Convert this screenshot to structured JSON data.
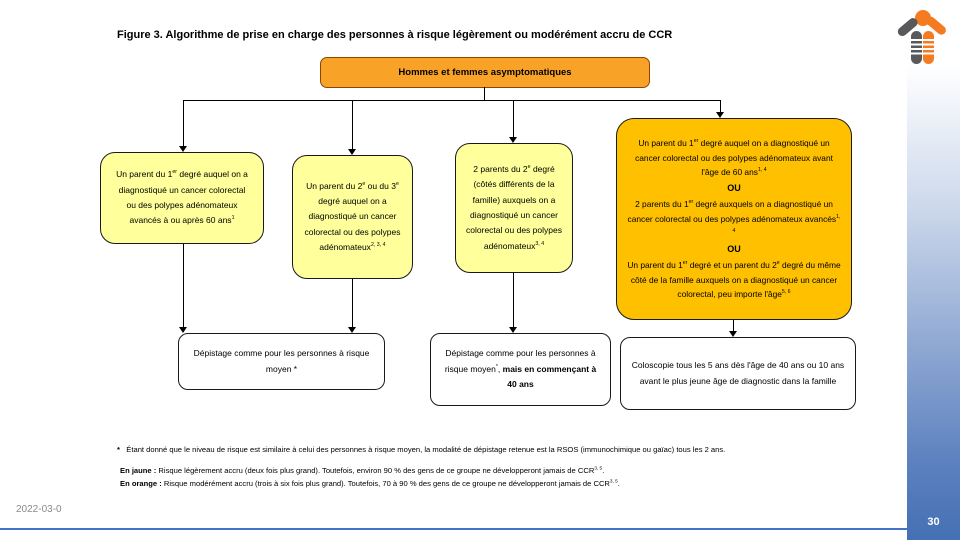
{
  "slide": {
    "title": "Figure 3. Algorithme de prise en charge des personnes à risque légèrement ou modérément accru de CCR",
    "date": "2022-03-0",
    "page_number": "30"
  },
  "colors": {
    "root_orange": "#F9A228",
    "light_yellow": "#FFFF9B",
    "gold": "#FFC000",
    "accent_blue": "#4472C4",
    "logo_orange": "#F47B20",
    "logo_gray": "#58595B"
  },
  "flowchart": {
    "root_label": "Hommes et femmes asymptomatiques",
    "yellow_box_1": [
      {
        "t": "Un parent du 1"
      },
      {
        "t": "er",
        "sup": true
      },
      {
        "t": " degré auquel on a diagnostiqué un cancer colorectal ou des polypes adénomateux avancés à ou après 60 ans"
      },
      {
        "t": "1",
        "sup": true
      }
    ],
    "yellow_box_2": [
      {
        "t": "Un parent du 2"
      },
      {
        "t": "e",
        "sup": true
      },
      {
        "t": " ou du 3"
      },
      {
        "t": "e",
        "sup": true
      },
      {
        "t": " degré auquel on a diagnostiqué un cancer colorectal ou des polypes adénomateux"
      },
      {
        "t": "2, 3, 4",
        "sup": true
      }
    ],
    "yellow_box_3": [
      {
        "t": "2 parents du 2"
      },
      {
        "t": "e",
        "sup": true
      },
      {
        "t": " degré (côtés différents de la famille) auxquels on a diagnostiqué un cancer colorectal ou des polypes adénomateux"
      },
      {
        "t": "3, 4",
        "sup": true
      }
    ],
    "gold_box": {
      "p1": [
        {
          "t": "Un parent du 1"
        },
        {
          "t": "er",
          "sup": true
        },
        {
          "t": " degré auquel on a diagnostiqué un cancer colorectal ou des polypes adénomateux avant l'âge de 60 ans"
        },
        {
          "t": "1, 4",
          "sup": true
        }
      ],
      "ou1": "OU",
      "p2": [
        {
          "t": "2 parents du 1"
        },
        {
          "t": "er",
          "sup": true
        },
        {
          "t": " degré auxquels on a diagnostiqué un cancer colorectal ou des polypes adénomateux avancés"
        },
        {
          "t": "1, 4",
          "sup": true
        }
      ],
      "ou2": "OU",
      "p3": [
        {
          "t": "Un parent du 1"
        },
        {
          "t": "er",
          "sup": true
        },
        {
          "t": " degré et un parent du 2"
        },
        {
          "t": "e",
          "sup": true
        },
        {
          "t": " degré du même côté de la famille auxquels on a diagnostiqué un cancer colorectal, peu importe l'âge"
        },
        {
          "t": "5, 6",
          "sup": true
        }
      ]
    },
    "outcome_1": "Dépistage comme pour les personnes à risque moyen *",
    "outcome_2": [
      {
        "t": "Dépistage comme pour les personnes à risque moyen"
      },
      {
        "t": "*",
        "sup": true
      },
      {
        "t": ", "
      },
      {
        "t": "mais en commençant à 40 ans",
        "b": true
      }
    ],
    "outcome_3": "Coloscopie tous les 5 ans dès l'âge de 40 ans ou 10 ans avant le plus jeune âge de diagnostic dans la famille"
  },
  "footnotes": {
    "fn1": [
      {
        "t": "*",
        "b": true
      },
      {
        "t": "   Étant donné que le niveau de risque est similaire à celui des personnes à risque moyen, la modalité de dépistage retenue est la RSOS (immunochimique ou gaïac) tous les 2 ans."
      }
    ],
    "fn2": [
      {
        "t": "En jaune :",
        "b": true
      },
      {
        "t": " Risque légèrement accru (deux fois plus grand). Toutefois, environ 90 % des gens de ce groupe ne développeront jamais de CCR"
      },
      {
        "t": "3, 5",
        "sup": true
      },
      {
        "t": "."
      }
    ],
    "fn3": [
      {
        "t": "En orange :",
        "b": true
      },
      {
        "t": " Risque modérément accru (trois à six fois plus grand). Toutefois, 70 à 90 % des gens de ce groupe ne développeront jamais de CCR"
      },
      {
        "t": "3, 5",
        "sup": true
      },
      {
        "t": "."
      }
    ]
  }
}
